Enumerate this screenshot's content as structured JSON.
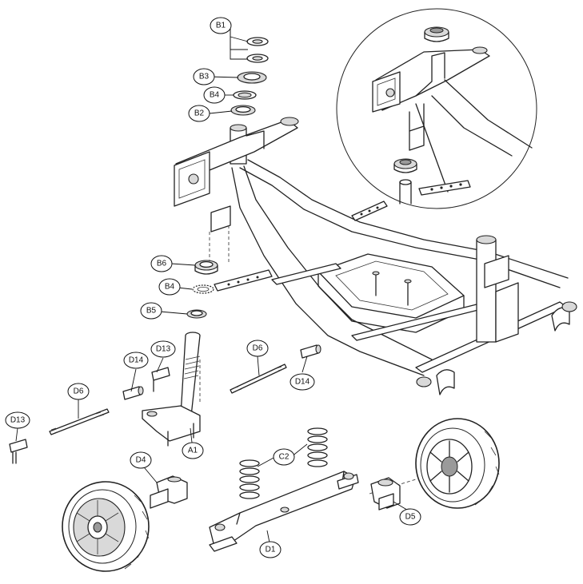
{
  "diagram": {
    "callouts": [
      {
        "id": "b1",
        "label": "B1"
      },
      {
        "id": "b3",
        "label": "B3"
      },
      {
        "id": "b4-top",
        "label": "B4"
      },
      {
        "id": "b2",
        "label": "B2"
      },
      {
        "id": "b6",
        "label": "B6"
      },
      {
        "id": "b4-bottom",
        "label": "B4"
      },
      {
        "id": "b5",
        "label": "B5"
      },
      {
        "id": "d13-center",
        "label": "D13"
      },
      {
        "id": "d14-left",
        "label": "D14"
      },
      {
        "id": "d6-right",
        "label": "D6"
      },
      {
        "id": "d14-right",
        "label": "D14"
      },
      {
        "id": "d6-left",
        "label": "D6"
      },
      {
        "id": "d13-left",
        "label": "D13"
      },
      {
        "id": "a1",
        "label": "A1"
      },
      {
        "id": "d4",
        "label": "D4"
      },
      {
        "id": "c2",
        "label": "C2"
      },
      {
        "id": "d1",
        "label": "D1"
      },
      {
        "id": "d5",
        "label": "D5"
      }
    ]
  }
}
